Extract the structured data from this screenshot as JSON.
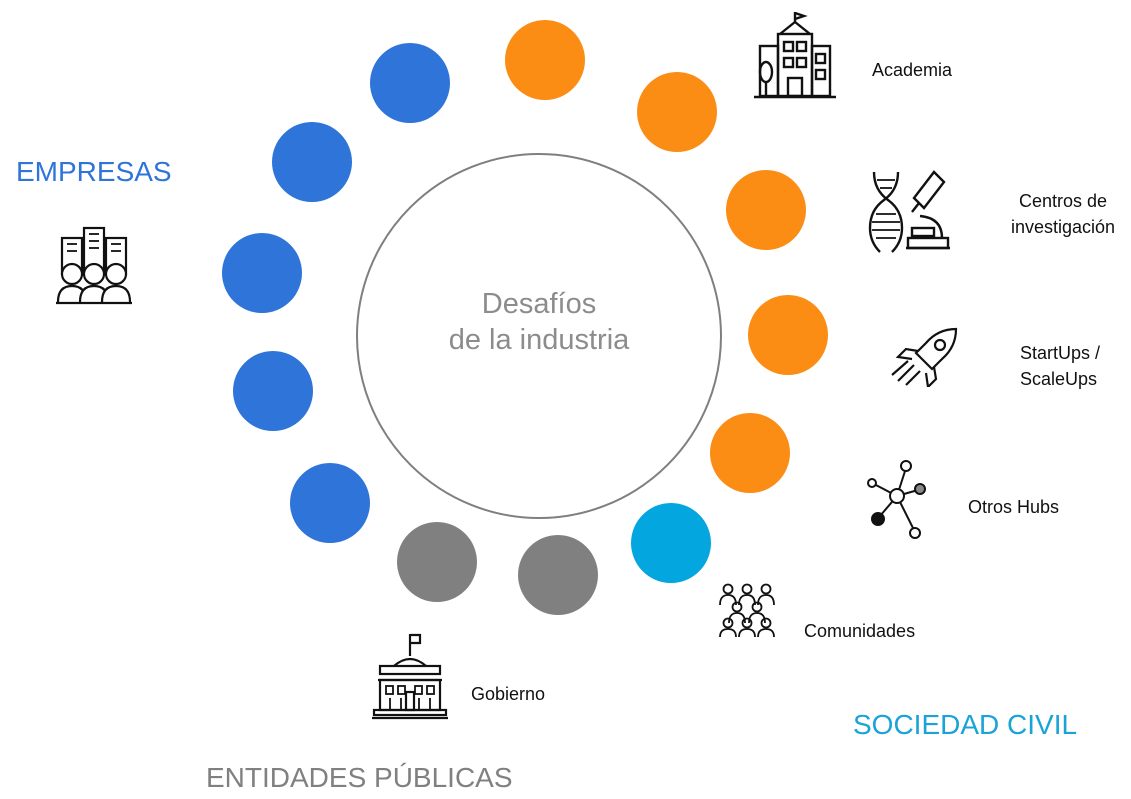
{
  "center": {
    "line1": "Desafíos",
    "line2": "de la industria"
  },
  "groups": {
    "empresas": {
      "label": "EMPRESAS",
      "color": "#2f74d9",
      "icon": "office-buildings-people-icon"
    },
    "entidades_publicas": {
      "label": "ENTIDADES PÚBLICAS",
      "color": "#808080"
    },
    "sociedad_civil": {
      "label": "SOCIEDAD CIVIL",
      "color": "#1aa3d9"
    }
  },
  "items": {
    "academia": {
      "label": "Academia",
      "icon": "university-building-icon"
    },
    "centros": {
      "line1": "Centros de",
      "line2": "investigación",
      "icon": "dna-microscope-icon"
    },
    "startups": {
      "line1": "StartUps /",
      "line2": "ScaleUps",
      "icon": "rocket-icon"
    },
    "hubs": {
      "label": "Otros Hubs",
      "icon": "network-nodes-icon"
    },
    "comunidades": {
      "label": "Comunidades",
      "icon": "people-community-icon"
    },
    "gobierno": {
      "label": "Gobierno",
      "icon": "government-building-icon"
    }
  },
  "colors": {
    "blue": "#2f74d9",
    "orange": "#fb8c14",
    "gray": "#808080",
    "cyan": "#03a6de"
  }
}
